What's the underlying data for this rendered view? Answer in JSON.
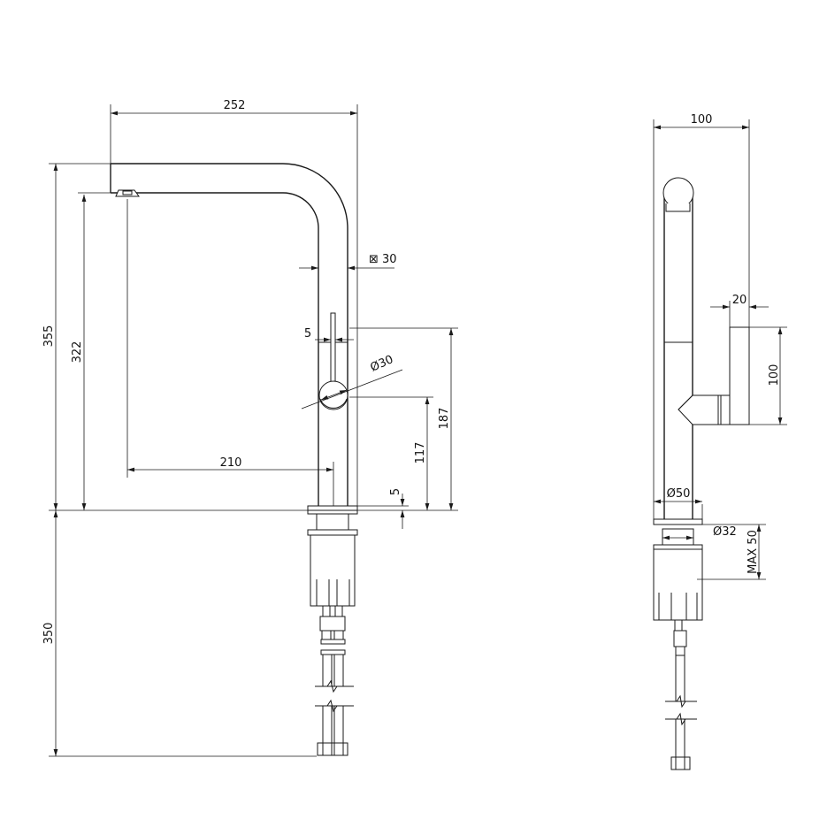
{
  "front_view": {
    "dims": {
      "width_overall": "252",
      "height_overall": "355",
      "spout_height": "322",
      "below_counter": "350",
      "spout_reach": "210",
      "body_square": "⊠ 30",
      "handle_offset": "5",
      "lever_diameter": "Ø30",
      "lever_total_height": "187",
      "lever_axis_height": "117",
      "base_gap": "5"
    }
  },
  "side_view": {
    "dims": {
      "width": "100",
      "handle_depth": "20",
      "handle_height": "100",
      "base_diameter": "Ø50",
      "shank_diameter": "Ø32",
      "max_counter": "MAX 50"
    }
  }
}
